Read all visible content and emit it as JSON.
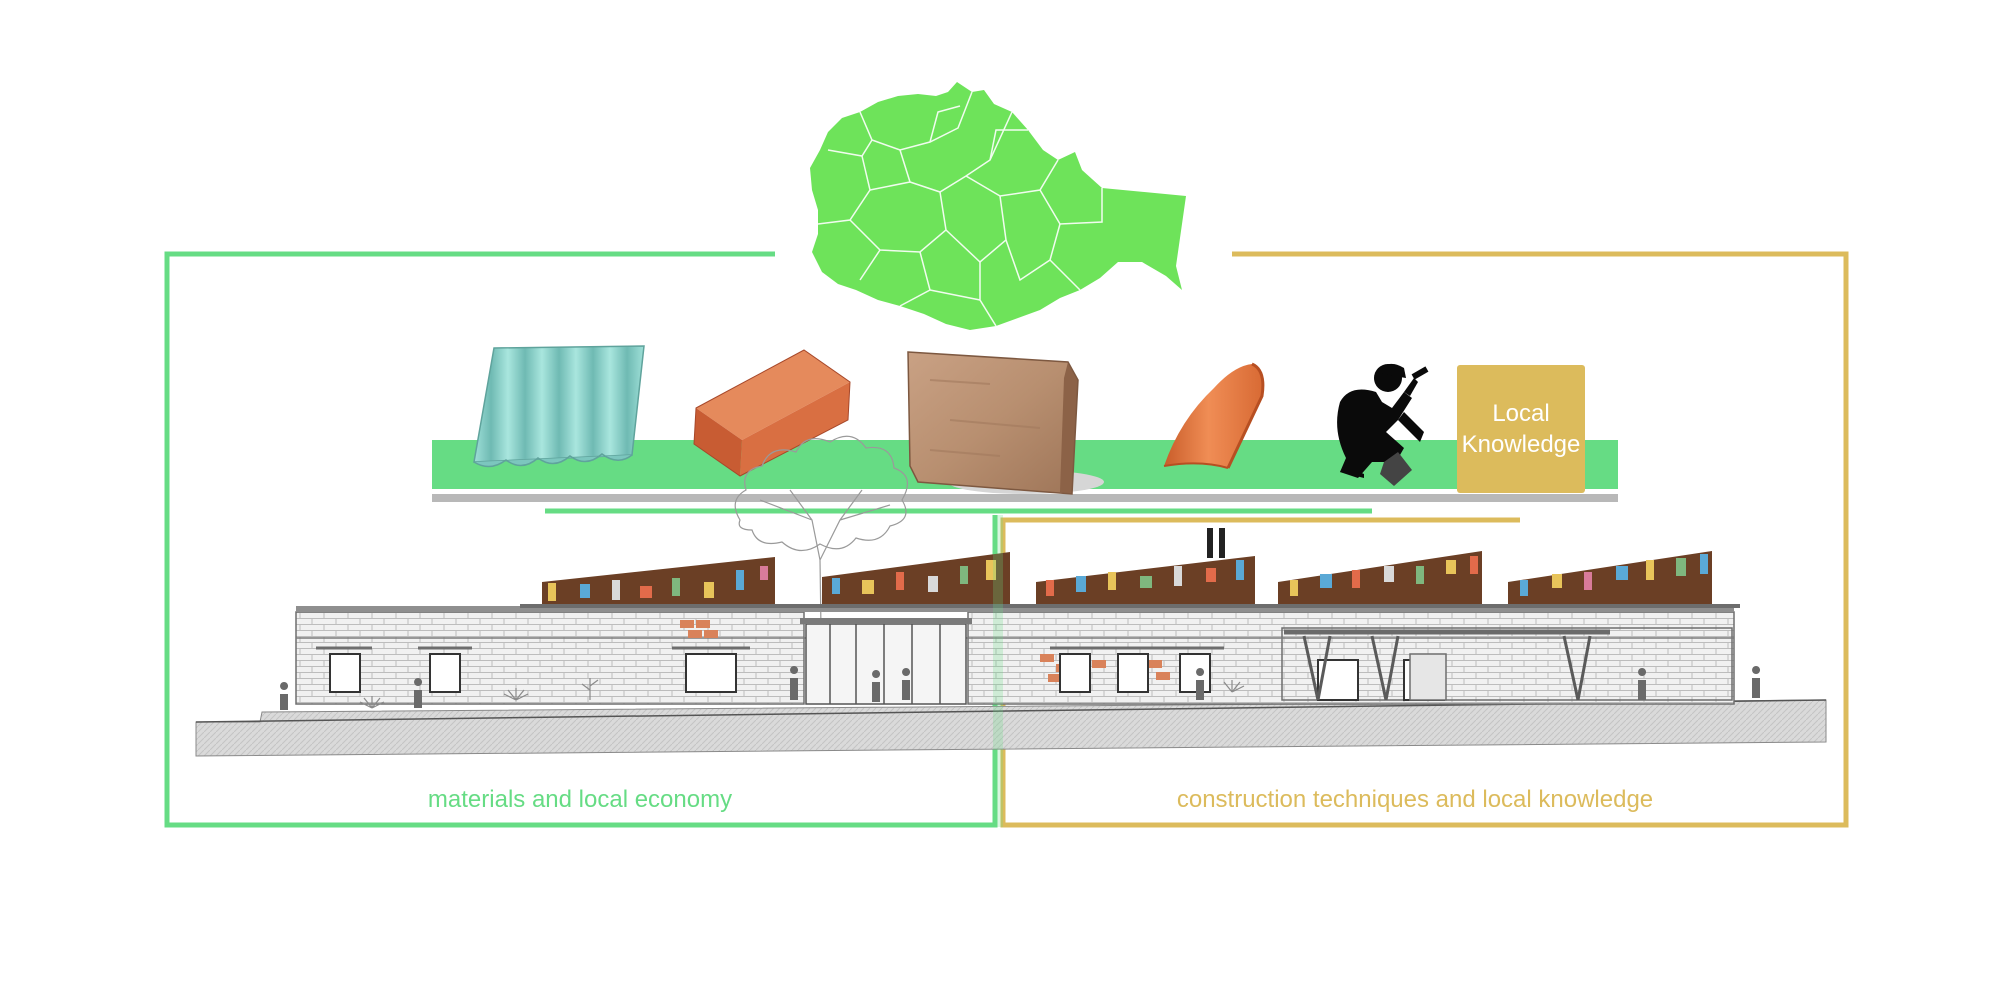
{
  "colors": {
    "green": "#66dc84",
    "gold": "#dcbb5c",
    "map_green": "#6ee35a",
    "grey_bar": "#b8b8b8",
    "facade_brown": "#6b3f25",
    "ground": "#d9d9d9"
  },
  "knowledge_box": {
    "line1": "Local",
    "line2": "Knowledge"
  },
  "captions": {
    "left": "materials and local economy",
    "right": "construction techniques and local knowledge"
  },
  "icons": [
    "map-of-oaxaca-icon",
    "corrugated-sheet-icon",
    "clay-brick-icon",
    "adobe-block-icon",
    "roof-tile-icon",
    "worker-silhouette-icon"
  ]
}
